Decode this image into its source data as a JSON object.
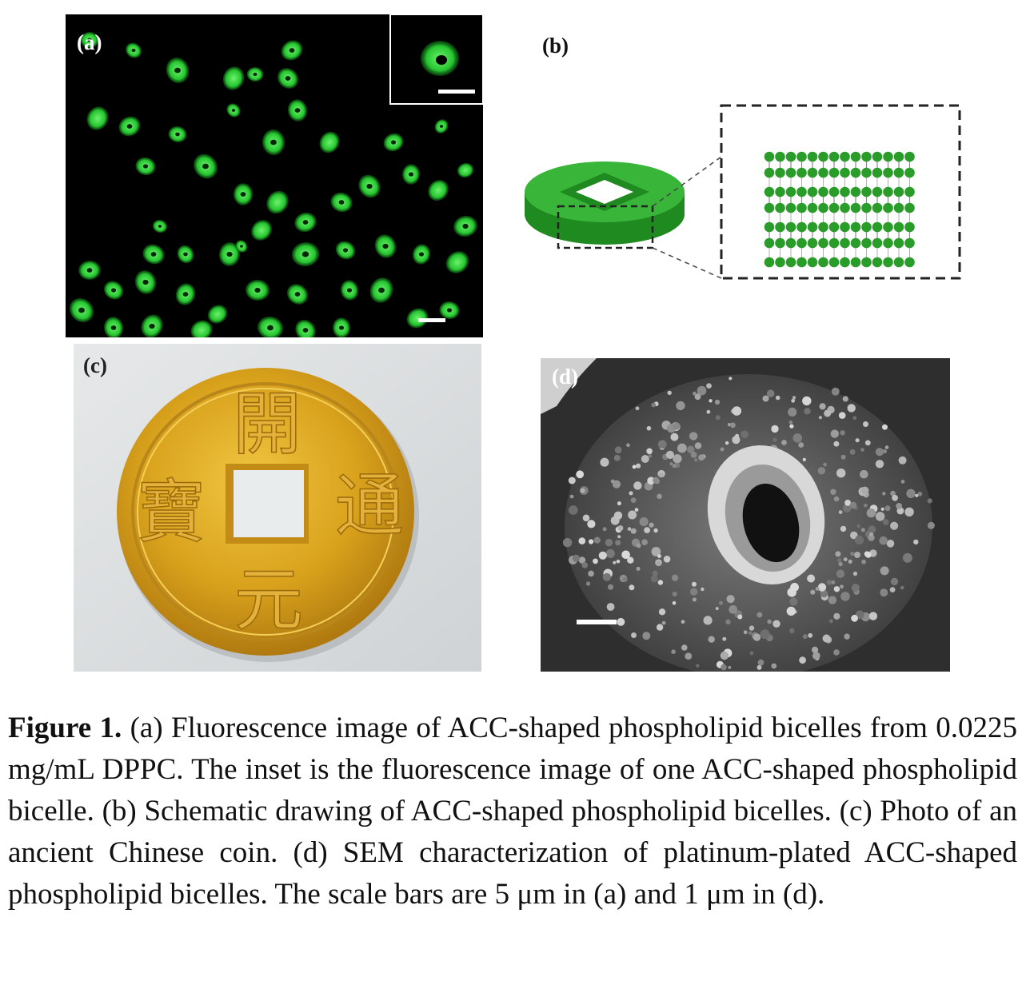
{
  "panels": {
    "a": {
      "label": "(a)"
    },
    "b": {
      "label": "(b)"
    },
    "c": {
      "label": "(c)"
    },
    "d": {
      "label": "(d)"
    }
  },
  "caption": {
    "figure_label": "Figure 1.",
    "text": " (a) Fluorescence image of ACC-shaped phospholipid bicelles from 0.0225 mg/mL DPPC. The inset is the fluorescence image of one ACC-shaped phospholipid bicelle. (b) Schematic drawing of ACC-shaped phospholipid bicelles. (c) Photo of an ancient Chinese coin. (d) SEM characterization of platinum-plated ACC-shaped phospholipid bicelles. The scale bars are 5 μm in (a) and 1 μm in (d)."
  },
  "coin": {
    "characters": [
      "開",
      "通",
      "元",
      "寶"
    ]
  },
  "colors": {
    "fluorescence_green": "#2fd23a",
    "schematic_green": "#2a9c2a",
    "coin_gold": "#d9a21c"
  }
}
